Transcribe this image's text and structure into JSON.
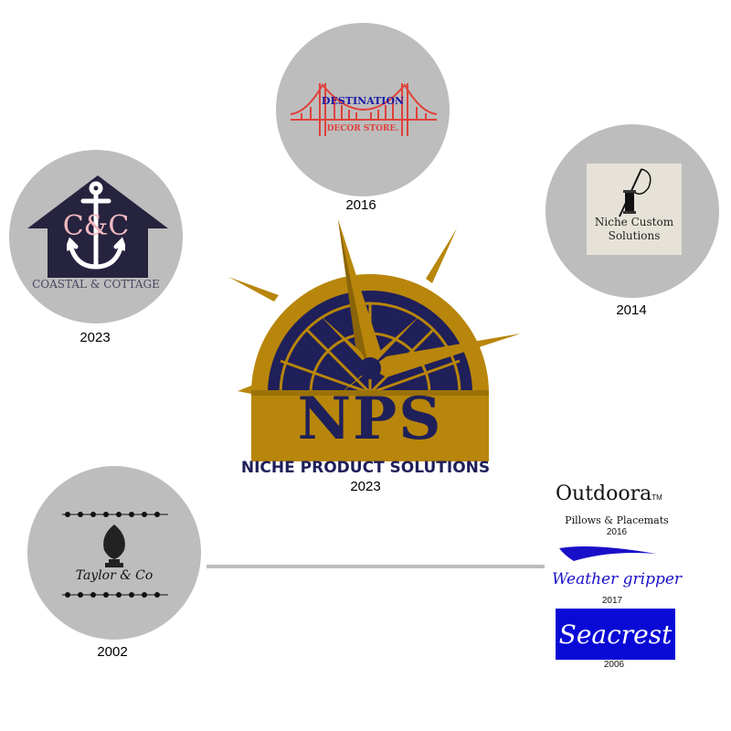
{
  "center": {
    "monogram": "NPS",
    "name": "NICHE PRODUCT SOLUTIONS",
    "year": "2023",
    "colors": {
      "gold": "#b8860b",
      "navy": "#1f1f5a"
    }
  },
  "logos": {
    "destination": {
      "line1": "DESTINATION",
      "line2": "DECOR STORE.",
      "year": "2016"
    },
    "niche_custom": {
      "line1": "Niche Custom",
      "line2": "Solutions",
      "year": "2014"
    },
    "coastal": {
      "monogram": "C&C",
      "name": "COASTAL & COTTAGE",
      "year": "2023"
    },
    "taylor": {
      "name": "Taylor & Co",
      "year": "2002"
    }
  },
  "brands": {
    "outdoora": {
      "name": "Outdoora",
      "tm": "TM",
      "tagline": "Pillows & Placemats",
      "year": "2016"
    },
    "weathergripper": {
      "name": "Weather gripper",
      "year": "2017"
    },
    "seacrest": {
      "name": "Seacrest",
      "year": "2006"
    }
  },
  "colors": {
    "circle_gray": "#bdbdbd",
    "connector": "#bdbdbd",
    "seacrest_blue": "#0a0ad6",
    "weather_blue": "#1a0fc8",
    "bridge_red": "#e0413a"
  }
}
